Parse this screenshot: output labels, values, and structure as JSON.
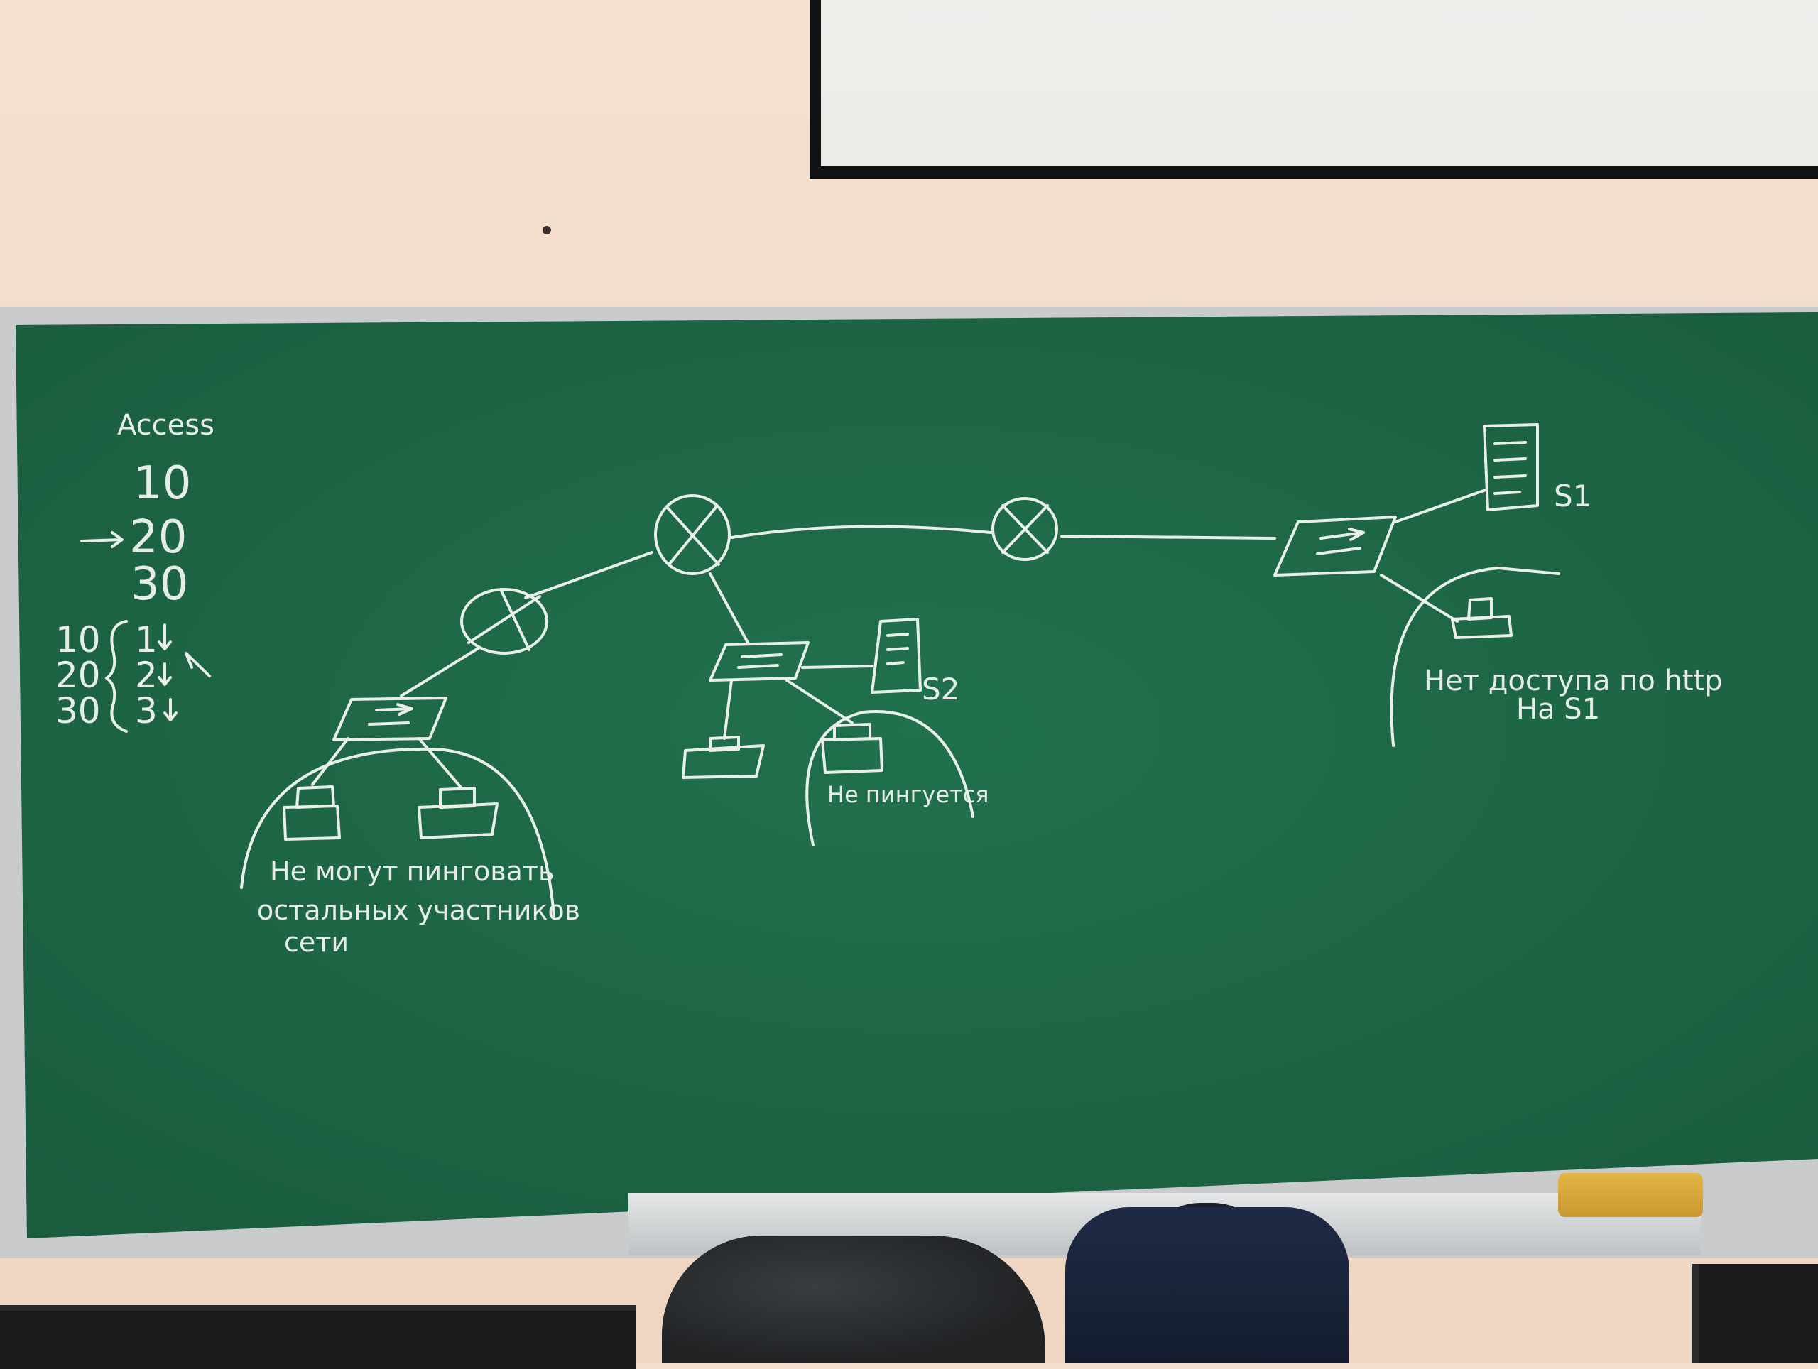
{
  "board": {
    "heading": "Access",
    "vlans": [
      "10",
      "20",
      "30"
    ],
    "mapping": [
      {
        "vlan": "10",
        "port": "1"
      },
      {
        "vlan": "20",
        "port": "2"
      },
      {
        "vlan": "30",
        "port": "3"
      }
    ]
  },
  "labels": {
    "s1": "S1",
    "s2": "S2",
    "note_left_1": "Не могут пинговать",
    "note_left_2": "остальных участников",
    "note_left_3": "сети",
    "note_mid": "Не пингуется",
    "note_right_1": "Нет доступа по http",
    "note_right_2": "На S1"
  },
  "colors": {
    "board": "#1e6b48",
    "chalk": "#e8efe9",
    "frame": "#c9cbcc",
    "wall": "#f3ddcb"
  }
}
